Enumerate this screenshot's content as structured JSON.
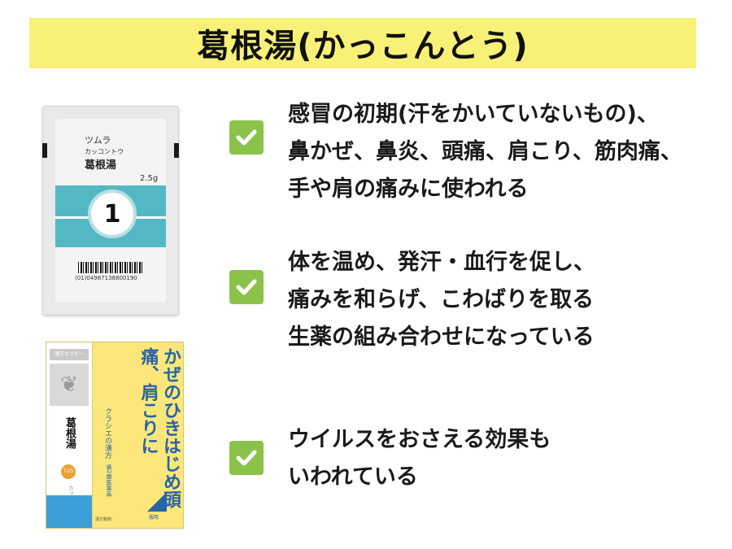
{
  "title": "葛根湯(かっこんとう)",
  "sachet": {
    "brand": "ツムラ",
    "kana": "カッコントウ",
    "name": "葛根湯",
    "weight": "2.5g",
    "number": "1",
    "barcode": "(01)04987138800190"
  },
  "box": {
    "brand_tag": "漢方セラピー",
    "side_name": "葛根湯",
    "side_badge": "T-25",
    "side_kana": "カッコントウ",
    "main_text": "かぜのひきはじめ頭痛、肩こりに",
    "sub1": "クラシエの漢方",
    "sub2": "第2類医薬品",
    "mark_label": "服用",
    "bottom": "漢方製剤"
  },
  "bullets": [
    {
      "lines": [
        "感冒の初期(汗をかいていないもの)、",
        "鼻かぜ、鼻炎、頭痛、肩こり、筋肉痛、",
        "手や肩の痛みに使われる"
      ]
    },
    {
      "lines": [
        "体を温め、発汗・血行を促し、",
        "痛みを和らげ、こわばりを取る",
        "生薬の組み合わせになっている"
      ]
    },
    {
      "lines": [
        "ウイルスをおさえる効果も",
        "いわれている"
      ]
    }
  ],
  "icons": {
    "check": "check-icon",
    "leaf": "leaf-icon"
  },
  "colors": {
    "banner": "#f7f177",
    "teal": "#54b8c4",
    "check": "#8bc34a",
    "box_yellow": "#fde77a",
    "box_blue": "#2765a6"
  }
}
